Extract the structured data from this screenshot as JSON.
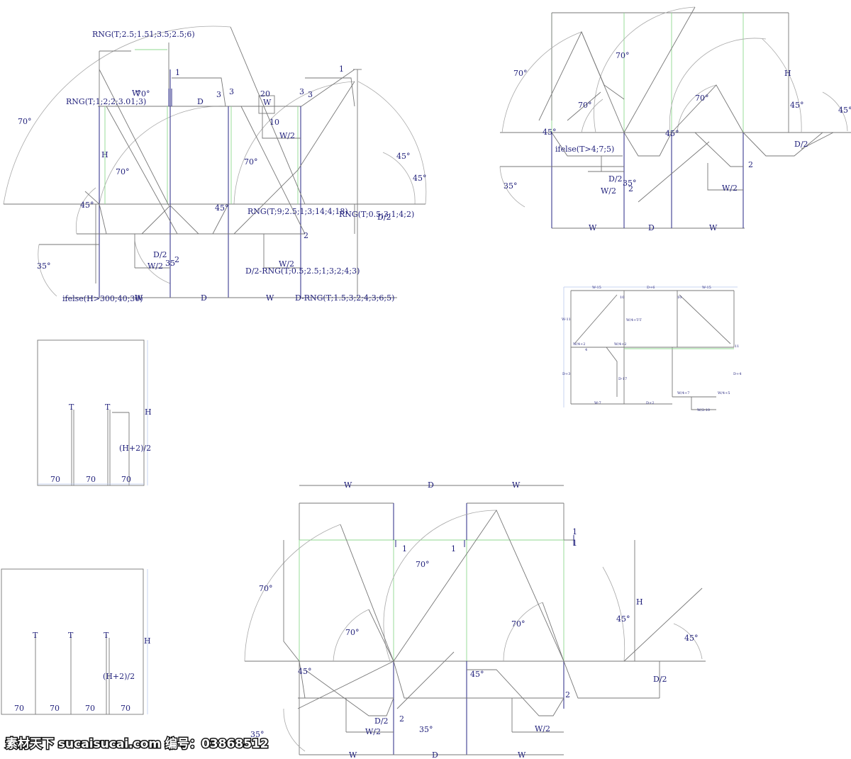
{
  "diagram": {
    "top_left": {
      "labels": [
        "RNG(T;2.5;1.51;3.5;2.5;6)",
        "RNG(T;1;2;2;3.01;3)",
        "70°",
        "70°",
        "70°",
        "70°",
        "W",
        "D",
        "1",
        "1",
        "3",
        "3",
        "3",
        "3",
        "20",
        "W",
        "10",
        "W/2",
        "H",
        "45°",
        "45°",
        "45°",
        "45°",
        "RNG(T;9;2.5;1;3;14;4;18)",
        "RNG(T;0.5;3;1;4;2)",
        "D/2",
        "2",
        "D/2",
        "W/2",
        "35",
        "2",
        "35°",
        "W/2",
        "D/2-RNG(T;0.5;2.5;1;3;2;4;3)",
        "ifelse(H>300;40;30)",
        "W",
        "D",
        "W",
        "D-RNG(T;1.5;3;2;4;3;6;5)"
      ]
    },
    "top_right": {
      "labels": [
        "70°",
        "70°",
        "70°",
        "70°",
        "H",
        "45°",
        "45°",
        "45°",
        "45°",
        "ifelse(T>4;7;5)",
        "D/2",
        "35°",
        "2",
        "W/2",
        "W/2",
        "2",
        "D/2",
        "35°",
        "W",
        "D",
        "W"
      ]
    },
    "small_panel": {
      "labels": [
        "W-15",
        "D+6",
        "W-15",
        "10",
        "10",
        "W-11",
        "W/4+T-T",
        "W/4+2",
        "4",
        "W/4+2",
        "D+3",
        "D-17",
        "11",
        "D+4",
        "W-7",
        "D+2",
        "W/4+7",
        "W/4+5",
        "W/2-10"
      ]
    },
    "left_mid": {
      "labels": [
        "T",
        "T",
        "H",
        "(H+2)/2",
        "70",
        "70",
        "70"
      ]
    },
    "left_bottom": {
      "labels": [
        "T",
        "T",
        "T",
        "H",
        "(H+2)/2",
        "70",
        "70",
        "70",
        "70"
      ]
    },
    "bottom_center": {
      "labels": [
        "W",
        "D",
        "W",
        "1",
        "1",
        "1",
        "1",
        "70°",
        "70°",
        "70°",
        "70°",
        "H",
        "45°",
        "45°",
        "45°",
        "45°",
        "D/2",
        "2",
        "D/2",
        "2",
        "35°",
        "35°",
        "W/2",
        "W/2",
        "W",
        "D",
        "W"
      ]
    },
    "watermark": "素材天下 sucaisucai.com  编号：03868512"
  }
}
